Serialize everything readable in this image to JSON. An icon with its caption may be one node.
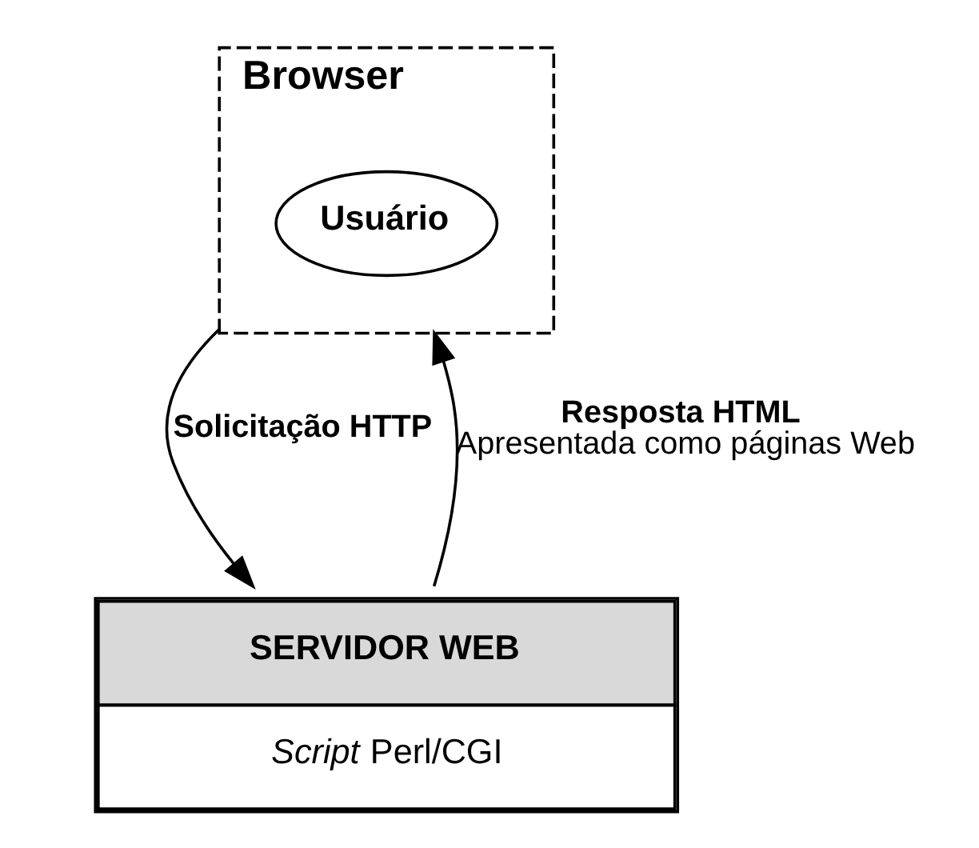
{
  "diagram": {
    "nodes": [
      {
        "text": [
          "Browser"
        ]
      },
      {
        "text": [
          "Usuário"
        ],
        "in": 0
      },
      {
        "text": [
          "SERVIDOR WEB",
          "*Script* Perl/CGI"
        ]
      }
    ],
    "edges": [
      {
        "from": 0,
        "to": 2,
        "arrow": "to",
        "label": "**Solicitação HTTP**"
      },
      {
        "from": 2,
        "to": 0,
        "arrow": "to",
        "label": "**Resposta HTML** Apresentada como páginas Web"
      }
    ]
  }
}
